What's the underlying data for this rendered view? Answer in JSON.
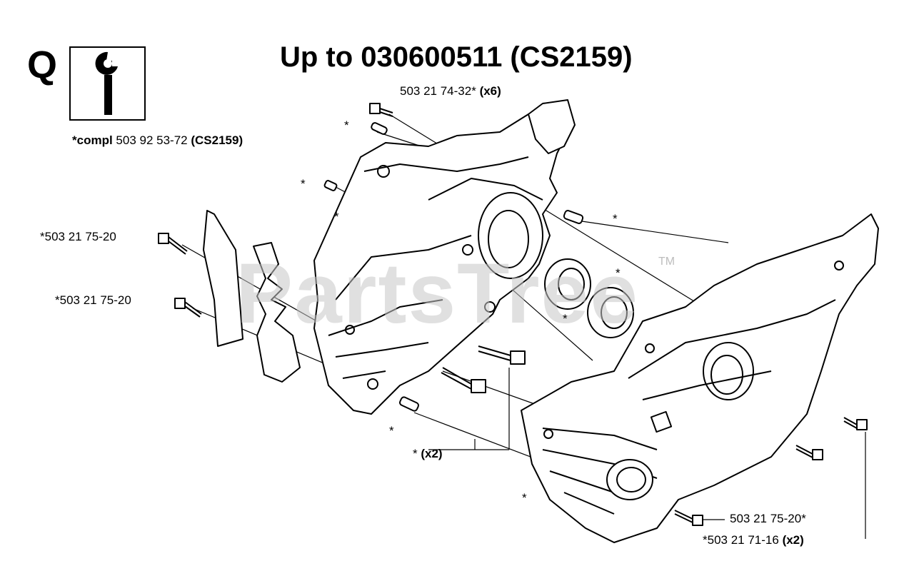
{
  "header": {
    "section_letter": "Q",
    "title": "Up to 030600511  (CS2159)",
    "info_icon": "info-wrench-icon"
  },
  "watermark": {
    "text": "PartsTree",
    "trademark": "TM"
  },
  "labels": {
    "top_bolt": {
      "part": "503 21 74-32*",
      "qty": "(x6)"
    },
    "compl": {
      "prefix": "*compl",
      "part": "503 92 53-72",
      "suffix": "(CS2159)"
    },
    "left_upper": "*503 21 75-20",
    "left_lower": "*503 21 75-20",
    "star_a": "*",
    "star_b": "*",
    "star_c": "*",
    "star_d": "*",
    "star_e": "*",
    "star_f": "*",
    "star_g": "*",
    "star_h": "*",
    "pair": {
      "part": "*",
      "qty": "(x2)"
    },
    "right_upper": "503 21 75-20*",
    "right_lower": {
      "part": "*503 21 71-16",
      "qty": "(x2)"
    }
  }
}
